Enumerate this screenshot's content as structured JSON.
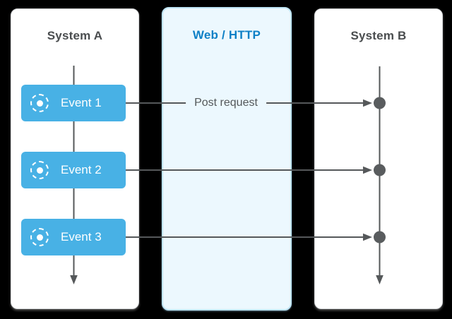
{
  "panels": {
    "system_a": {
      "title": "System A"
    },
    "web_http": {
      "title": "Web / HTTP"
    },
    "system_b": {
      "title": "System B"
    }
  },
  "events": [
    {
      "label": "Event 1",
      "icon": "dashed-circle-dot-icon"
    },
    {
      "label": "Event 2",
      "icon": "dashed-circle-dot-icon"
    },
    {
      "label": "Event 3",
      "icon": "dashed-circle-dot-icon"
    }
  ],
  "arrows": [
    {
      "from": "Event 1",
      "to": "System B timeline",
      "label": "Post request"
    },
    {
      "from": "Event 2",
      "to": "System B timeline",
      "label": ""
    },
    {
      "from": "Event 3",
      "to": "System B timeline",
      "label": ""
    }
  ],
  "colors": {
    "background": "#000000",
    "panel_bg": "#ffffff",
    "web_panel_bg": "#ecf8fe",
    "web_panel_border": "#c0e6f7",
    "event_box": "#48b1e5",
    "web_title": "#0e80c6",
    "system_title": "#4a4d4f",
    "line": "#55585a",
    "dot": "#595c5e",
    "arrow_label": "#54585a"
  }
}
